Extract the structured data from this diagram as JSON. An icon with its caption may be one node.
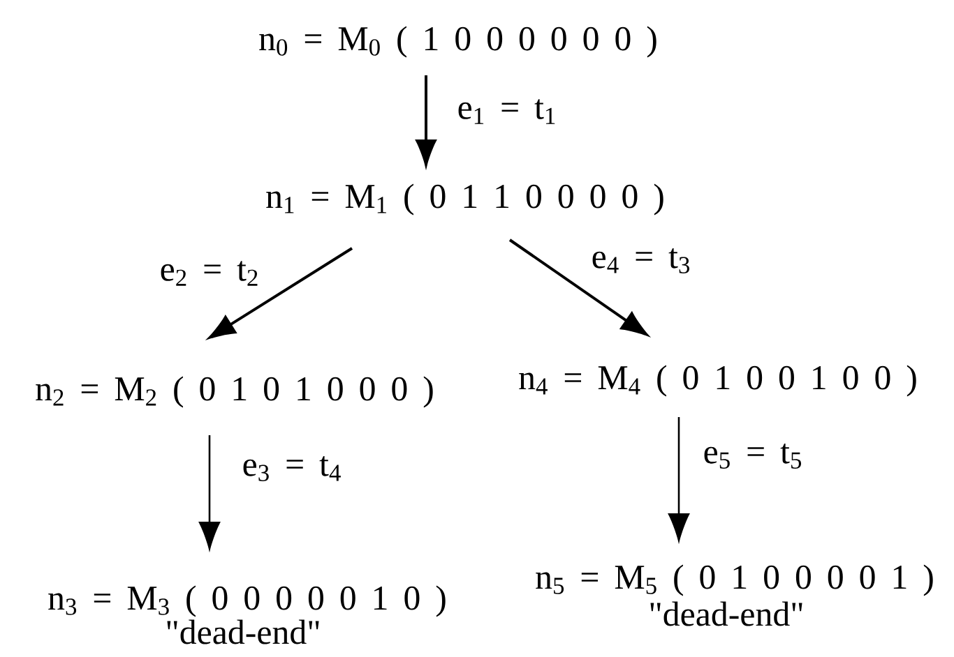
{
  "diagram": {
    "nodes": [
      {
        "text": [
          "n$_{0}$ = M$_{0}$ ( 1 0 0 0 0 0 0 )"
        ]
      },
      {
        "text": [
          "n$_{1}$ = M$_{1}$ ( 0 1 1 0 0 0 0 )"
        ]
      },
      {
        "text": [
          "n$_{2}$ = M$_{2}$ ( 0 1 0 1 0 0 0 )"
        ]
      },
      {
        "text": [
          "n$_{4}$ = M$_{4}$ ( 0 1 0 0 1 0 0 )"
        ]
      },
      {
        "text": [
          "n$_{3}$ = M$_{3}$ ( 0 0 0 0 0 1 0 )"
        ],
        "beside": [
          "\"dead-end\""
        ]
      },
      {
        "text": [
          "n$_{5}$ = M$_{5}$ ( 0 1 0 0 0 0 1 )"
        ],
        "beside": [
          "\"dead-end\""
        ]
      }
    ],
    "edges": [
      {
        "from": 0,
        "to": 1,
        "arrow": "to",
        "label": "e$_{1}$ = t$_{1}$"
      },
      {
        "from": 1,
        "to": 2,
        "arrow": "to",
        "label": "e$_{2}$ = t$_{2}$"
      },
      {
        "from": 1,
        "to": 3,
        "arrow": "to",
        "label": "e$_{4}$ = t$_{3}$"
      },
      {
        "from": 2,
        "to": 4,
        "arrow": "to",
        "label": "e$_{3}$ = t$_{4}$"
      },
      {
        "from": 3,
        "to": 5,
        "arrow": "to",
        "label": "e$_{5}$ = t$_{5}$"
      }
    ]
  }
}
